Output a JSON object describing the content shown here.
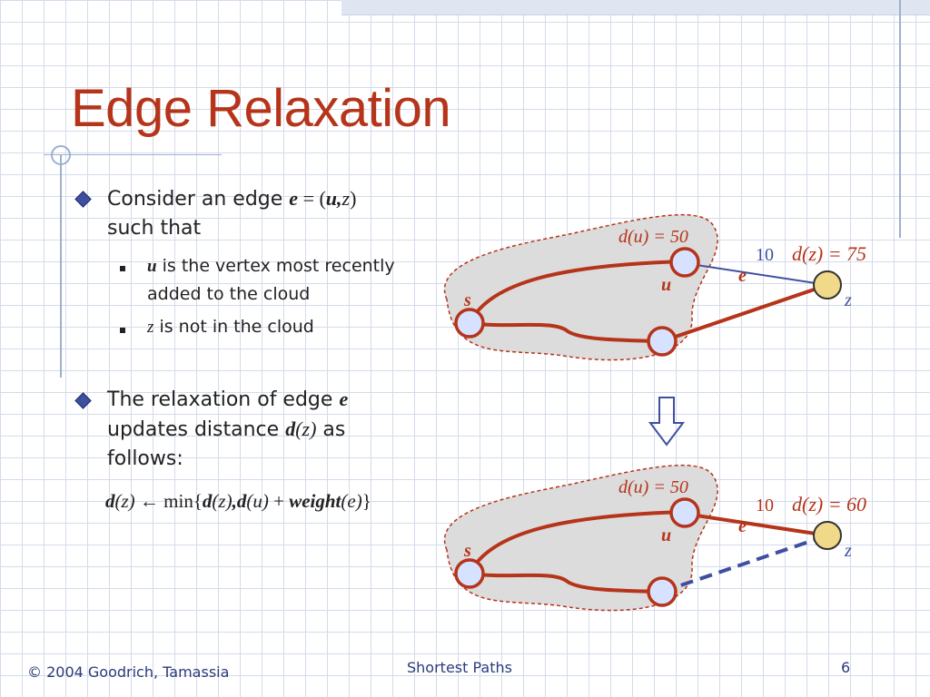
{
  "slide": {
    "title": "Edge Relaxation",
    "bullet1": {
      "text_a": "Consider an edge ",
      "math_e": "e",
      "math_eq": " = (",
      "math_u": "u",
      "math_comma": ",",
      "math_z": "z",
      "math_close": ")",
      "text_b": "such that"
    },
    "sub1": {
      "var": "u",
      "text": " is the vertex most recently",
      "text2": "added to the cloud"
    },
    "sub2": {
      "var": "z",
      "text": " is not in the cloud"
    },
    "bullet2": {
      "line1": "The relaxation of edge ",
      "line1_var": "e",
      "line2a": "updates distance ",
      "line2_d": "d",
      "line2_z": "(z)",
      "line2b": " as",
      "line3": "follows:"
    },
    "formula": {
      "lhs_d": "d",
      "lhs_z": "(z)",
      "arrow": " ← min{",
      "d1": "d",
      "z1": "(z)",
      "comma": ",",
      "d2": "d",
      "u2": "(u)",
      "plus": " + ",
      "weight": "weight",
      "e": "(e)",
      "close": "}"
    }
  },
  "diagram_top": {
    "du_label": "d(u) = 50",
    "dz_label": "d(z) = 75",
    "weight": "10",
    "edge_label": "e",
    "s_label": "s",
    "u_label": "u",
    "z_label": "z"
  },
  "diagram_bottom": {
    "du_label": "d(u) = 50",
    "dz_label": "d(z) = 60",
    "weight": "10",
    "edge_label": "e",
    "s_label": "s",
    "u_label": "u",
    "z_label": "z"
  },
  "arrow_icon": "double-down-arrow",
  "footer": {
    "copyright": "© 2004 Goodrich, Tamassia",
    "center": "Shortest Paths",
    "page": "6"
  },
  "colors": {
    "accent": "#b5341a",
    "node_fill": "#d6e2ff",
    "z_fill": "#f1d98a",
    "edge": "#b5341a",
    "blue_edge": "#3f4fa0",
    "cloud": "#dcdcdc"
  }
}
